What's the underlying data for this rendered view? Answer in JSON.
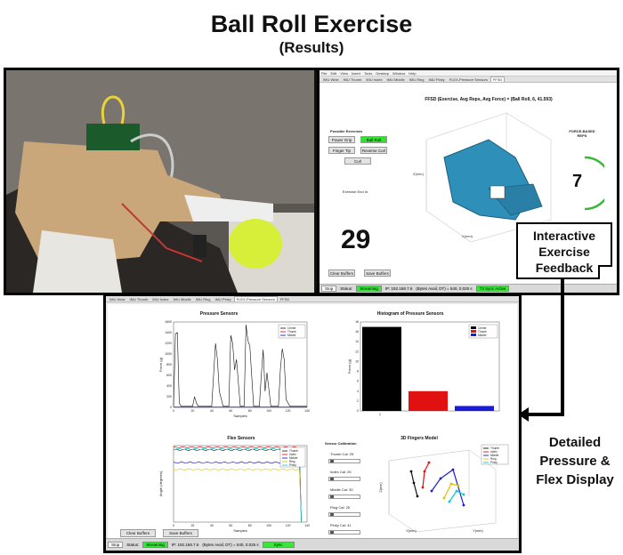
{
  "header": {
    "title": "Ball Roll Exercise",
    "subtitle": "(Results)"
  },
  "callout": {
    "line1": "Interactive",
    "line2": "Exercise",
    "line3": "Feedback"
  },
  "side_label": {
    "line1": "Detailed",
    "line2": "Pressure &",
    "line3": "Flex Display"
  },
  "top_app": {
    "menu": [
      "File",
      "Edit",
      "View",
      "Insert",
      "Tools",
      "Desktop",
      "Window",
      "Help"
    ],
    "tabs": [
      "IMU Wrist",
      "IMU Thumb",
      "IMU Index",
      "IMU Middle",
      "IMU Ring",
      "IMU Pinky",
      "FLEX-Pressure Sensors",
      "FFSD"
    ],
    "active_tab": "FFSD",
    "plot_title": "FFSD (Exercise, Avg Reps, Avg Force) = (Ball Roll, 6, 41.593)",
    "possible_exercises_label": "Possible Exercises",
    "exercise_buttons": [
      "Power Grip",
      "Ball Roll",
      "Finger Tip",
      "Reverse Curl",
      "Curl"
    ],
    "active_exercise": "Ball Roll",
    "exercise_end_label": "Exercise End In:",
    "countdown": "29",
    "force_reps_label1": "FORCE-BASED",
    "force_reps_label2": "REPS",
    "reps_count": "7",
    "axis_x": "X(mm)",
    "axis_y": "Y(mm)",
    "axis_z": "Z(mm)",
    "clear_buffers": "Clear Buffers",
    "save_buffers": "Save Buffers",
    "stop": "Stop",
    "status_label": "Status:",
    "status_value": "Streaming",
    "ip": "IP: 192.168.7.6",
    "bytes": "(Bytes Avail, DT) = 540, 0.025 s",
    "sync": "T3 Sync Active"
  },
  "bottom_app": {
    "tabs": [
      "IMU Wrist",
      "IMU Thumb",
      "IMU Index",
      "IMU Middle",
      "IMU Ring",
      "IMU Pinky",
      "FLEX-Pressure Sensors",
      "FFSD"
    ],
    "active_tab": "FLEX-Pressure Sensors",
    "pressure_title": "Pressure Sensors",
    "pressure_xlabel": "Samples",
    "pressure_ylabel": "Force (g)",
    "pressure_legend": [
      "Center",
      "Thumb",
      "Middle"
    ],
    "hist_title": "Histogram of Pressure Sensors",
    "hist_ylabel": "Force (g)",
    "flex_title": "Flex Sensors",
    "flex_xlabel": "Samples",
    "flex_ylabel": "Angle (degrees)",
    "flex_legend": [
      "Thumb",
      "Index",
      "Middle",
      "Ring",
      "Pinky"
    ],
    "calib_title": "Sensor Calibration",
    "calibrations": [
      "Thumb Cal: 25",
      "Index Cal: 25",
      "Middle Cal: 30",
      "Ring Cal: 25",
      "Pinky Cal: 41"
    ],
    "model_title": "3D Fingers Model",
    "model_legend": [
      "Thumb",
      "Index",
      "Middle",
      "Ring",
      "Pinky"
    ],
    "model_xlabel": "X(mm)",
    "model_ylabel": "Y(mm)",
    "model_zlabel": "Z(mm)",
    "clear_buffers": "Clear Buffers",
    "save_buffers": "Save Buffers",
    "stop": "Stop",
    "status_label": "Status:",
    "status_value": "Streaming",
    "ip": "IP: 192.168.7.6",
    "bytes": "(Bytes Avail, DT) = 540, 0.025 s",
    "sync": "Sync"
  },
  "colors": {
    "green": "#2ee52e",
    "black": "#000000",
    "red": "#e11111",
    "blue": "#1a1ad9"
  },
  "chart_data": [
    {
      "type": "line",
      "title": "Pressure Sensors",
      "xlabel": "Samples",
      "ylabel": "Force (g)",
      "xlim": [
        0,
        140
      ],
      "ylim": [
        0,
        1600
      ],
      "series": [
        {
          "name": "Center",
          "x": [
            0,
            2,
            4,
            6,
            8,
            14,
            20,
            22,
            24,
            26,
            30,
            40,
            44,
            46,
            48,
            52,
            58,
            60,
            62,
            64,
            66,
            70,
            74,
            76,
            78,
            80,
            84,
            90,
            92,
            94,
            96,
            98,
            102,
            110,
            112,
            114,
            116,
            118,
            122,
            130,
            140
          ],
          "y": [
            20,
            1380,
            1400,
            80,
            20,
            20,
            20,
            200,
            80,
            20,
            20,
            20,
            1200,
            900,
            300,
            20,
            20,
            1350,
            1200,
            700,
            900,
            20,
            20,
            1550,
            1250,
            1150,
            20,
            20,
            600,
            1080,
            300,
            650,
            20,
            20,
            700,
            1100,
            900,
            150,
            20,
            20,
            20
          ]
        },
        {
          "name": "Thumb",
          "x": [
            0,
            140
          ],
          "y": [
            5,
            5
          ]
        },
        {
          "name": "Middle",
          "x": [
            0,
            140
          ],
          "y": [
            3,
            3
          ]
        }
      ]
    },
    {
      "type": "bar",
      "title": "Histogram of Pressure Sensors",
      "ylabel": "Force (g)",
      "categories": [
        "1"
      ],
      "series": [
        {
          "name": "Center",
          "values": [
            17
          ]
        },
        {
          "name": "Thumb",
          "values": [
            4
          ]
        },
        {
          "name": "Middle",
          "values": [
            1
          ]
        }
      ],
      "ylim": [
        0,
        18
      ]
    },
    {
      "type": "line",
      "title": "Flex Sensors",
      "xlabel": "Samples",
      "ylabel": "Angle (degrees)",
      "xlim": [
        0,
        140
      ],
      "ylim": [
        -40,
        50
      ],
      "series": [
        {
          "name": "Thumb",
          "values_const": 45
        },
        {
          "name": "Index",
          "values_const": 48
        },
        {
          "name": "Middle",
          "values_const": 30
        },
        {
          "name": "Ring",
          "values_const": 22
        },
        {
          "name": "Pinky",
          "values_const": 46
        }
      ]
    }
  ]
}
